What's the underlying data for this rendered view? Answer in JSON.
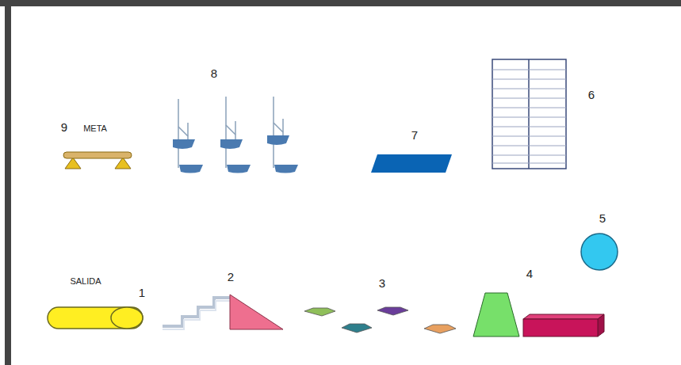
{
  "diagram": {
    "labels": [
      "8",
      "6",
      "9",
      "META",
      "7",
      "5",
      "SALIDA",
      "1",
      "2",
      "3",
      "4"
    ]
  }
}
